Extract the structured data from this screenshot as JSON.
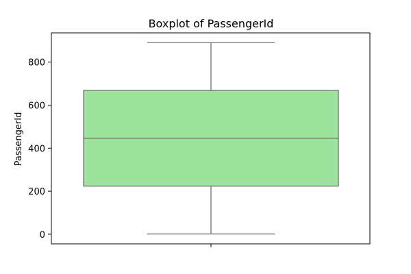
{
  "chart_data": {
    "type": "boxplot",
    "title": "Boxplot of PassengerId",
    "xlabel": "",
    "ylabel": "PassengerId",
    "ylim": [
      -45,
      936
    ],
    "yticks": [
      0,
      200,
      400,
      600,
      800
    ],
    "grid": false,
    "legend": "none",
    "box": {
      "min": 1,
      "q1": 223.5,
      "median": 446,
      "q3": 668.5,
      "max": 891
    },
    "colors": {
      "box_fill": "#9de39d",
      "line": "#707070",
      "axis": "#000000"
    }
  }
}
